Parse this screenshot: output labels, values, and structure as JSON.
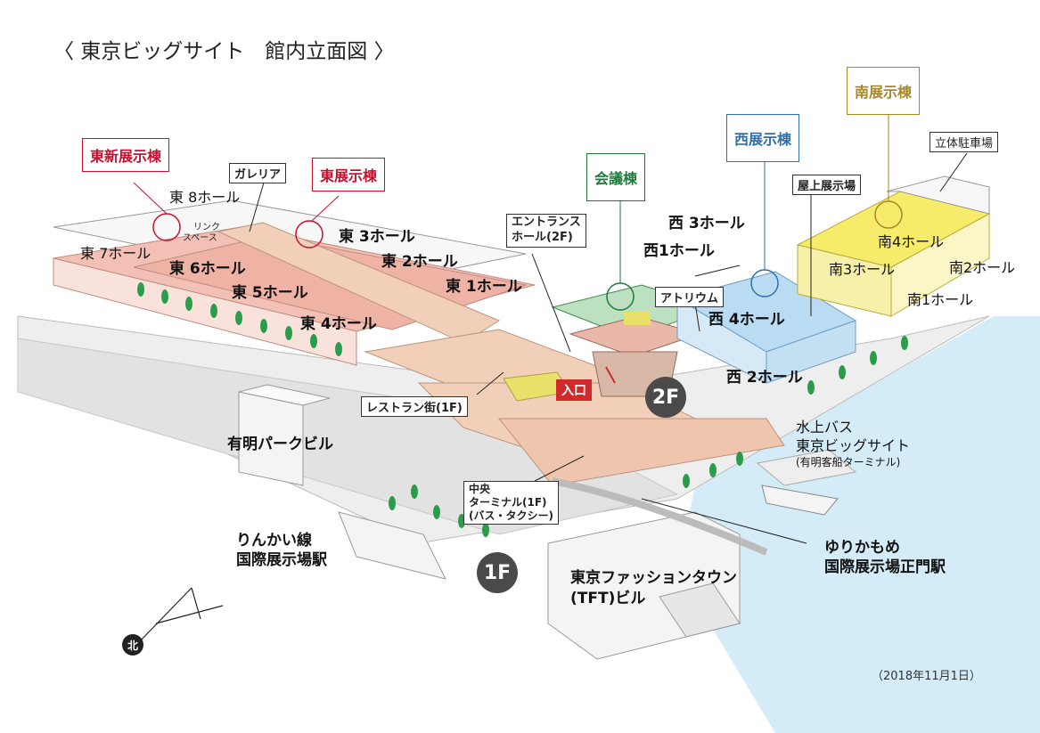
{
  "title": "〈 東京ビッグサイト　館内立面図 〉",
  "date": "（2018年11月1日）",
  "buildings": {
    "east_new": "東新展示棟",
    "east": "東展示棟",
    "conference": "会議棟",
    "west": "西展示棟",
    "south": "南展示棟"
  },
  "boxes": {
    "galleria": "ガレリア",
    "entrance_hall": [
      "エントランス",
      "ホール(2F)"
    ],
    "atrium": "アトリウム",
    "rooftop": "屋上展示場",
    "parking": "立体駐車場",
    "restaurant": "レストラン街(1F)",
    "central_terminal": [
      "中央",
      "ターミナル(1F)",
      "(バス・タクシー)"
    ]
  },
  "halls": {
    "e8": "東 8ホール",
    "e7": "東 7ホール",
    "e6": "東 6ホール",
    "e5": "東 5ホール",
    "e4": "東 4ホール",
    "e3": "東 3ホール",
    "e2": "東 2ホール",
    "e1": "東 1ホール",
    "link_space": [
      "リンク",
      "スペース"
    ],
    "w3": "西 3ホール",
    "w1": "西1ホール",
    "w4": "西 4ホール",
    "w2": "西 2ホール",
    "s4": "南4ホール",
    "s3": "南3ホール",
    "s2": "南2ホール",
    "s1": "南1ホール"
  },
  "places": {
    "ariake_park": "有明パークビル",
    "rinkai": [
      "りんかい線",
      "国際展示場駅"
    ],
    "water_bus": [
      "水上バス",
      "東京ビッグサイト"
    ],
    "water_bus_sub": "(有明客船ターミナル)",
    "yurikamome": [
      "ゆりかもめ",
      "国際展示場正門駅"
    ],
    "tft": [
      "東京ファッションタウン",
      "(TFT)ビル"
    ]
  },
  "entrance_label": "入口",
  "floor_2f": "2F",
  "floor_1f": "1F",
  "north": "北",
  "colors": {
    "east_red": "#c8102e",
    "conference_green": "#1e7a3c",
    "west_blue": "#2f6fa8",
    "south_gold": "#a8862a",
    "east_hall_fill": "#f3c0b6",
    "west_hall_fill": "#b9dcf2",
    "south_hall_fill": "#f6ec6a",
    "walkway_fill": "#f2cfb8",
    "water_fill": "#d4ecf8",
    "tree": "#2a9d4a"
  }
}
